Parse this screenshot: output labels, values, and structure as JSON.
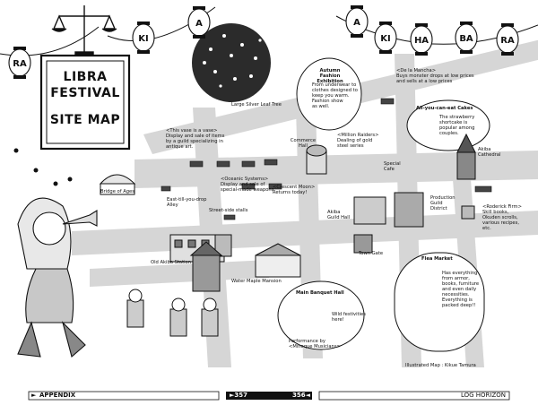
{
  "title": {
    "line1": "LIBRA",
    "line2": "FESTIVAL",
    "line3": "SITE MAP"
  },
  "lanterns_left": [
    "RA",
    "KI",
    "A"
  ],
  "lanterns_right": [
    "A",
    "KI",
    "HA",
    "BA",
    "RA"
  ],
  "places": {
    "large_silver_leaf_tree": "Large Silver Leaf Tree",
    "bridge_of_ages": "Bridge of Ages",
    "east_till_you_drop_alley": "East-till-you-drop\nAlley",
    "street_side_stalls": "Street-side stalls",
    "old_akiba_station": "Old Akiba Station",
    "water_maple_mansion": "Water Maple Mansion",
    "commerce_hall": "Commerce\nHall",
    "akiba_guild_hall": "Akiba\nGuild Hall",
    "town_gate": "Town Gate",
    "special_cafe": "Special\nCafe",
    "production_guild_district": "Production\nGuild\nDistrict",
    "akiba_cathedral": "Akiba\nCathedral"
  },
  "notes": {
    "this_vase": "<This vase is a vase>\nDisplay and sale of items\nby a guild specializing in\nantique art.",
    "oceanic_systems": "<Oceanic Systems>\nDisplay and sale of\nspecial-made weapons",
    "crescent_moon": "<Crescent Moon>\nReturns today!",
    "million_raiders": "<Million Raiders>\nDealing of gold\nsteel series",
    "de_la_mancha": "<De la Mancha>\nBuys monster drops at low prices\nand sells at a low prices",
    "roderick_firm": "<Roderick Firm>\nSkill books,\nOkuden scrolls,\nvarious recipes,\netc.",
    "illustrated_by": "Illustrated Map : Kikue Tamura"
  },
  "bubbles": {
    "autumn_title": "Autumn\nFashion Exhibition",
    "autumn_body": "From underwear to\nclothes designed to\nkeep you warm.\nFashion show\nas well.",
    "cakes_title": "All-you-can-eat Cakes",
    "cakes_body": "The strawberry\nshortcake is\npopular among\ncouples.",
    "flea_title": "Flea Market",
    "flea_body": "Has everything\nfrom armor,\nbooks, furniture\nand even daily\nnecessities.\nEverything is\npacked deep!!",
    "banquet_title": "Main Banquet Hall",
    "banquet_body": "Wild festivities\nhere!",
    "banquet_performance": "Performance by\n<Minoque Musicians>"
  },
  "footer": {
    "left": "APPENDIX",
    "left_arrow": "►",
    "page_left": "►357",
    "page_right": "356◄",
    "right": "LOG HORIZON"
  }
}
